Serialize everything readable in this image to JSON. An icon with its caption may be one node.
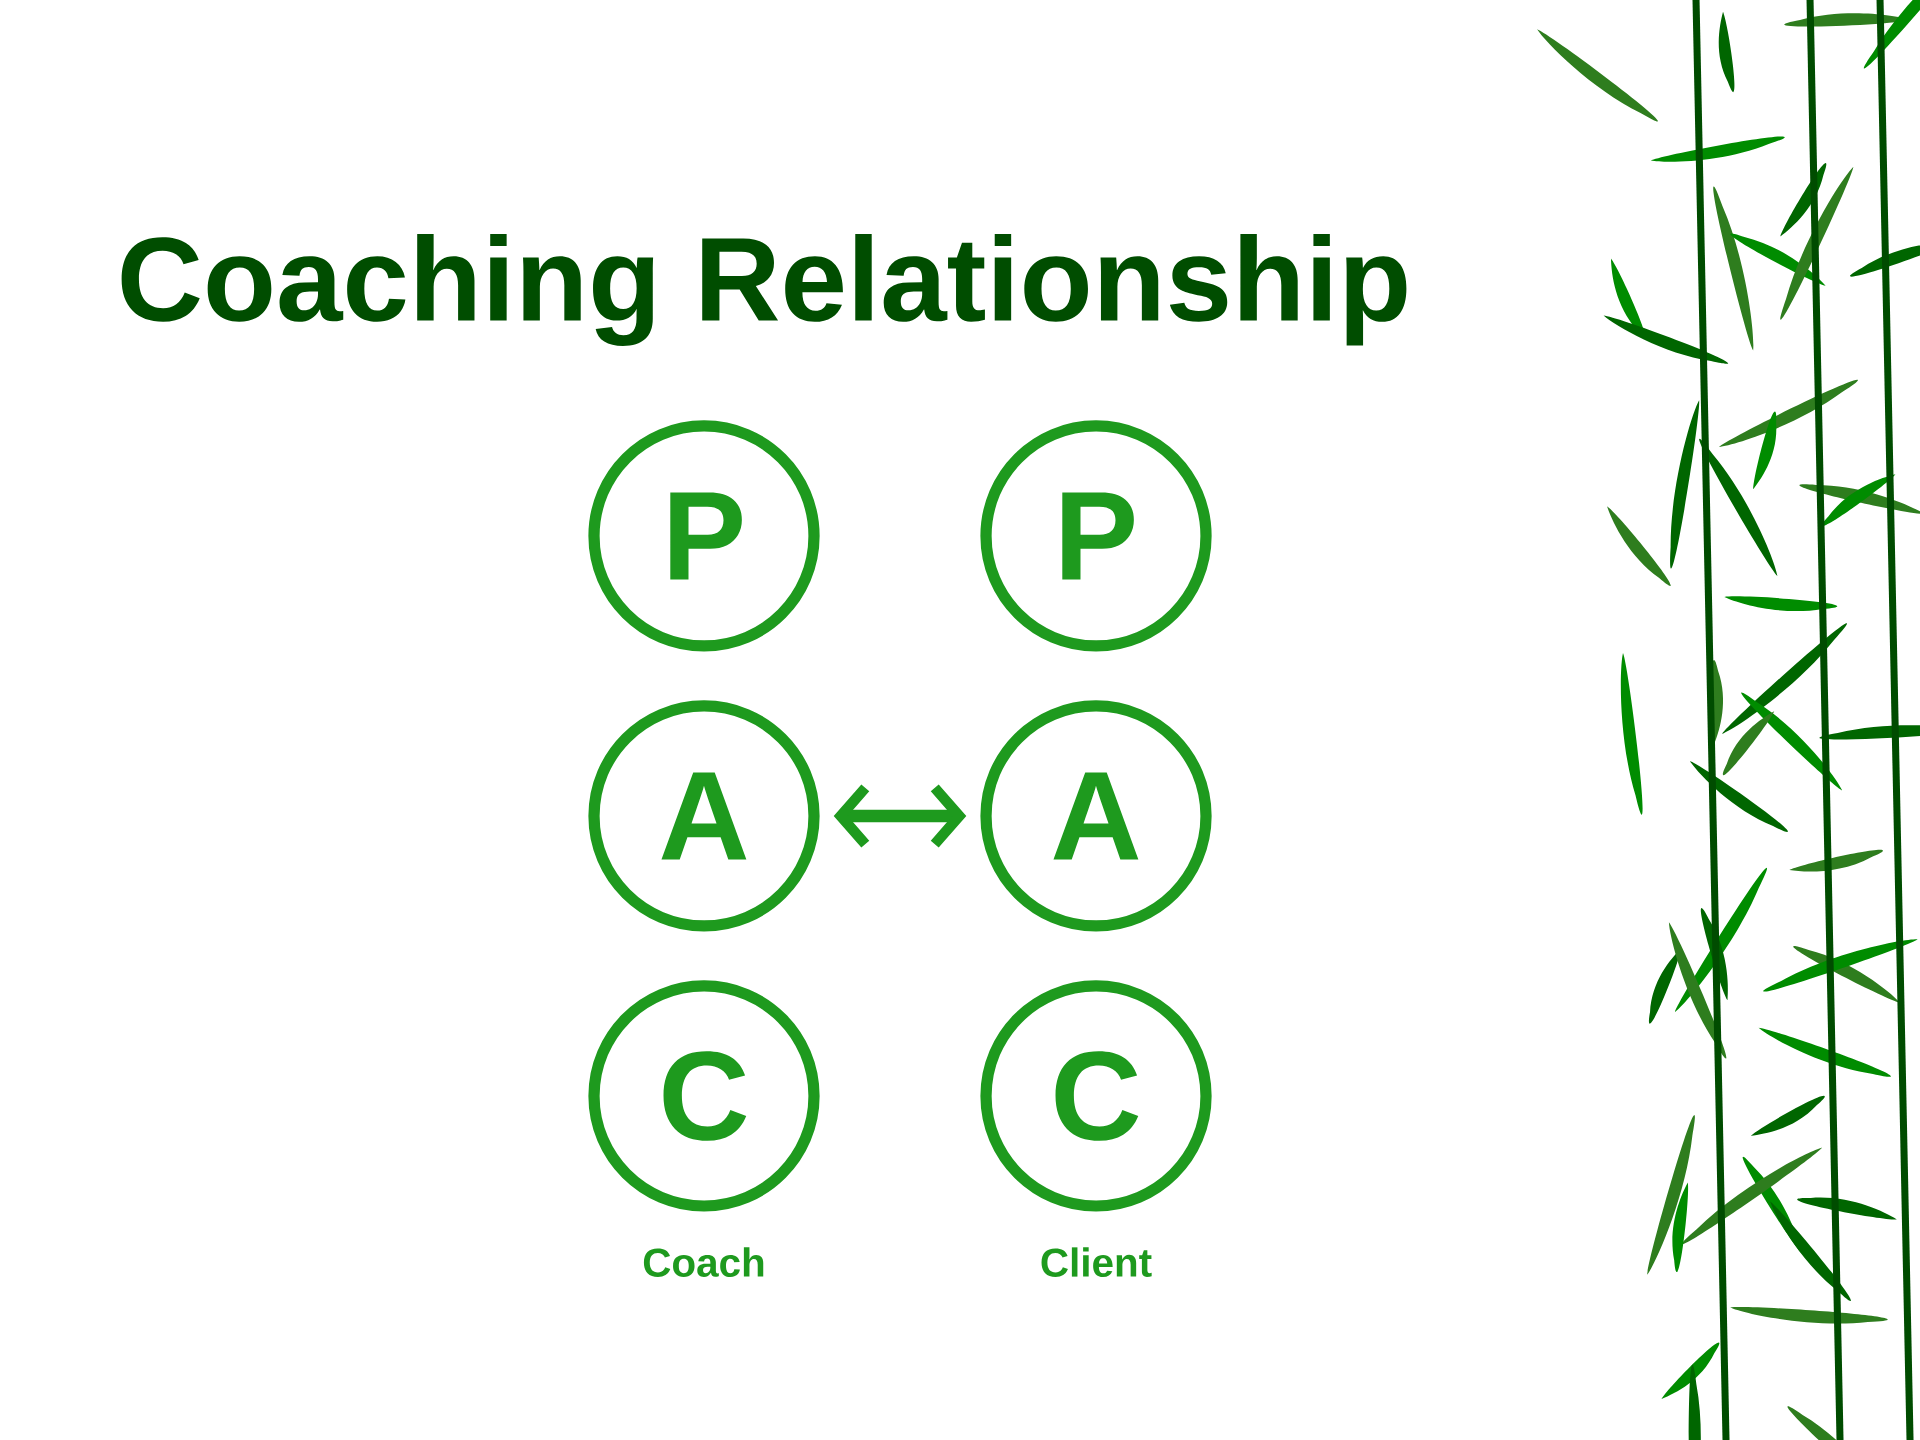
{
  "diagram": {
    "title": "Coaching Relationship",
    "nodes": [
      {
        "text": [
          "P"
        ]
      },
      {
        "text": [
          "P"
        ]
      },
      {
        "text": [
          "A"
        ]
      },
      {
        "text": [
          "A"
        ]
      },
      {
        "text": [
          "C"
        ],
        "beside": [
          "Coach"
        ]
      },
      {
        "text": [
          "C"
        ],
        "beside": [
          "Client"
        ]
      }
    ],
    "edges": [
      {
        "from": 2,
        "to": 3,
        "arrow": "both"
      }
    ]
  }
}
